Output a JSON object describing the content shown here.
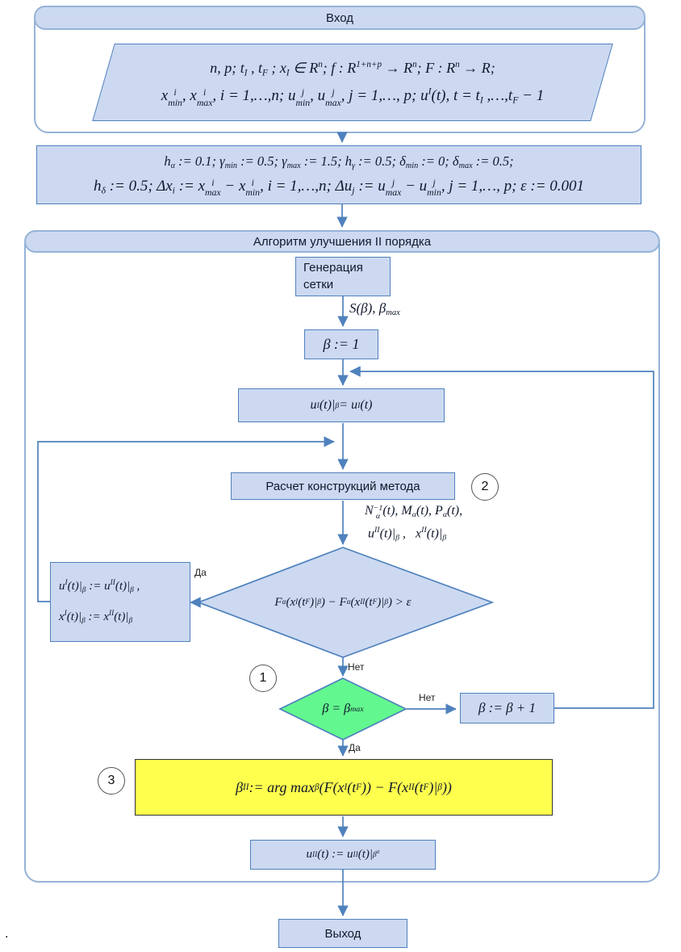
{
  "colors": {
    "node_fill": "#ccd9f1",
    "node_border": "#4f81bd",
    "container_border": "#95b3d7",
    "arrow": "#4f81bd",
    "green_fill": "#63f78f",
    "yellow_fill": "#ffff4d",
    "badge_border": "#555555"
  },
  "input": {
    "title": "Вход",
    "math_line1": "n, p; t<sub>I</sub> , t<sub>F</sub> ; x<sub>I</sub> ∈ R<sup>n</sup>; f : R<sup>1+n+p</sup> → R<sup>n</sup>; F : R<sup>n</sup> → R;",
    "math_line2": "x<span class=\"susb\">i<br>min</span>, x<span class=\"susb\">i<br>max</span>, i = 1,…,n; u<span class=\"susb\">j<br>min</span>, u<span class=\"susb\">j<br>max</span>, j = 1,…, p; u<sup>I</sup>(t), t = t<sub>I</sub> ,…,t<sub>F</sub> − 1"
  },
  "init": {
    "line1": "h<sub>α</sub> := 0.1; γ<sub>min</sub> := 0.5; γ<sub>max</sub> := 1.5; h<sub>γ</sub> := 0.5; δ<sub>min</sub> := 0; δ<sub>max</sub> := 0.5;",
    "line2": "h<sub>δ</sub> := 0.5; Δx<sub>i</sub> := x<span class=\"susb\">i<br>max</span> − x<span class=\"susb\">i<br>min</span>, i = 1,…,n; Δu<sub>j</sub> := u<span class=\"susb\">j<br>max</span> − u<span class=\"susb\">j<br>min</span>, j = 1,…, p; ε := 0.001"
  },
  "algorithm": {
    "title": "Алгоритм улучшения II порядка",
    "grid_gen": "Генерация сетки",
    "grid_output": "S(β), β<sub>max</sub>",
    "beta_init": "β := 1",
    "u_assign": "u<sup>I</sup>(t)|<sub>β</sub> = u<sup>I</sup>(t)",
    "calc": "Расчет конструкций метода",
    "badge2": "2",
    "calc_output_line1": "N<span class=\"susb\">−1<br>α</span>(t), M<sub>α</sub>(t), P<sub>α</sub>(t),",
    "calc_output_line2": "u<sup>II</sup>(t)|<sub>β</sub> ,&nbsp;&nbsp;&nbsp;x<sup>II</sup>(t)|<sub>β</sub>",
    "decision_improve": "F<sub>α</sub>(x<sup>I</sup>(t<sub>F</sub>)|<sub>β</sub>) − F<sub>α</sub>(x<sup>II</sup>(t<sub>F</sub>)|<sub>β</sub>) > ε",
    "yes": "Да",
    "no": "Нет",
    "update_line1": "u<sup>I</sup>(t)|<sub>β</sub> := u<sup>II</sup>(t)|<sub>β</sub> ,",
    "update_line2": "x<sup>I</sup>(t)|<sub>β</sub> := x<sup>II</sup>(t)|<sub>β</sub>",
    "badge1": "1",
    "decision_beta": "β = β<sub>max</sub>",
    "beta_inc": "β := β + 1",
    "badge3": "3",
    "argmax": "β<sup>II</sup> := arg max<sub>β</sub>(F(x<sup>I</sup>(t<sub>F</sub>)) − F(x<sup>II</sup>(t<sub>F</sub>)|<sub>β</sub>))",
    "u_final": "u<sup>II</sup>(t) := u<sup>II</sup>(t)|<sub>β<sup>II</sup></sub>"
  },
  "output": {
    "title": "Выход"
  },
  "footnote": "."
}
